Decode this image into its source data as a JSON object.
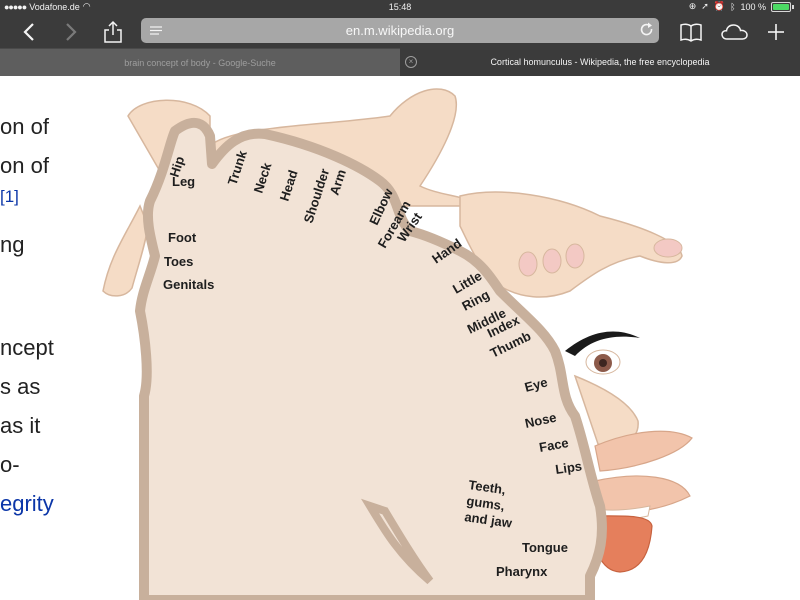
{
  "status": {
    "carrier": "Vodafone.de",
    "time": "15:48",
    "battery": "100 %",
    "battery_level": 1.0
  },
  "toolbar": {
    "url": "en.m.wikipedia.org"
  },
  "tabs": [
    {
      "label": "brain concept of body - Google-Suche",
      "active": false
    },
    {
      "label": "Cortical homunculus - Wikipedia, the free encyclopedia",
      "active": true
    }
  ],
  "article": {
    "lines": [
      "on of",
      "on of",
      "[1]",
      "ng",
      "ncept",
      "s as",
      "as it",
      "o-",
      "egrity"
    ]
  },
  "figure": {
    "labels": {
      "hip": "Hip",
      "leg": "Leg",
      "trunk": "Trunk",
      "neck": "Neck",
      "head": "Head",
      "shoulder": "Shoulder",
      "arm": "Arm",
      "elbow": "Elbow",
      "forearm": "Forearm",
      "wrist": "Wrist",
      "hand": "Hand",
      "little": "Little",
      "ring": "Ring",
      "middle": "Middle",
      "index": "Index",
      "thumb": "Thumb",
      "foot": "Foot",
      "toes": "Toes",
      "genitals": "Genitals",
      "eye": "Eye",
      "nose": "Nose",
      "face": "Face",
      "lips": "Lips",
      "teeth": "Teeth,",
      "gums": "gums,",
      "jaw": "and jaw",
      "tongue": "Tongue",
      "pharynx": "Pharynx"
    }
  },
  "colors": {
    "chrome": "#3b3b3b",
    "url_field": "#a7a7a7",
    "cortex": "#f2e3d6",
    "cortex_border": "#c8b09c",
    "skin": "#f5dcc6",
    "link": "#0b36a8"
  }
}
